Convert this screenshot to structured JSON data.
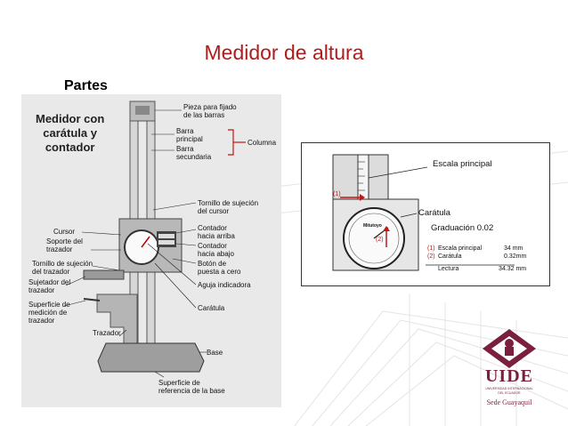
{
  "slide": {
    "title": "Medidor de altura",
    "subtitle": "Partes"
  },
  "left_diagram": {
    "heading": [
      "Medidor con",
      "carátula y",
      "contador"
    ],
    "labels": {
      "pieza": [
        "Pieza para fijado",
        "de las barras"
      ],
      "barra_principal": [
        "Barra",
        "principal"
      ],
      "barra_secundaria": [
        "Barra",
        "secundaria"
      ],
      "columna": "Columna",
      "tornillo_cursor": [
        "Tornillo de sujeción",
        "del cursor"
      ],
      "contador_arriba": [
        "Contador",
        "hacia arriba"
      ],
      "contador_abajo": [
        "Contador",
        "hacia abajo"
      ],
      "boton_cero": [
        "Botón de",
        "puesta a cero"
      ],
      "aguja": "Aguja indicadora",
      "caratula": "Carátula",
      "base": "Base",
      "superficie_ref": [
        "Superficie de",
        "referencia de la base"
      ],
      "cursor": "Cursor",
      "soporte_trazador": [
        "Soporte del",
        "trazador"
      ],
      "tornillo_trazador": [
        "Tornillo de sujeción",
        "del trazador"
      ],
      "sujetador_trazador": [
        "Sujetador del",
        "trazador"
      ],
      "superficie_medicion": [
        "Superficie de",
        "medición de",
        "trazador"
      ],
      "trazador": "Trazador"
    }
  },
  "right_diagram": {
    "escala_principal": "Escala principal",
    "caratula": "Carátula",
    "graduacion": "Graduación 0.02",
    "marker1": "(1)",
    "marker2": "(2)",
    "dial_brand": "Mitutoyo",
    "table": {
      "row1": {
        "marker": "(1)",
        "label": "Escala principal",
        "value": "34 mm"
      },
      "row2": {
        "marker": "(2)",
        "label": "Carátula",
        "value": "0.32mm"
      },
      "row3": {
        "label": "Lectura",
        "value": "34.32 mm"
      }
    }
  },
  "logo": {
    "name": "UIDE",
    "line1": "UNIVERSIDAD INTERNACIONAL",
    "line2": "DEL ECUADOR",
    "campus": "Sede Guayaquil"
  },
  "colors": {
    "title": "#b01c1c",
    "logo": "#7a1f3d",
    "accent_red": "#c01818"
  }
}
